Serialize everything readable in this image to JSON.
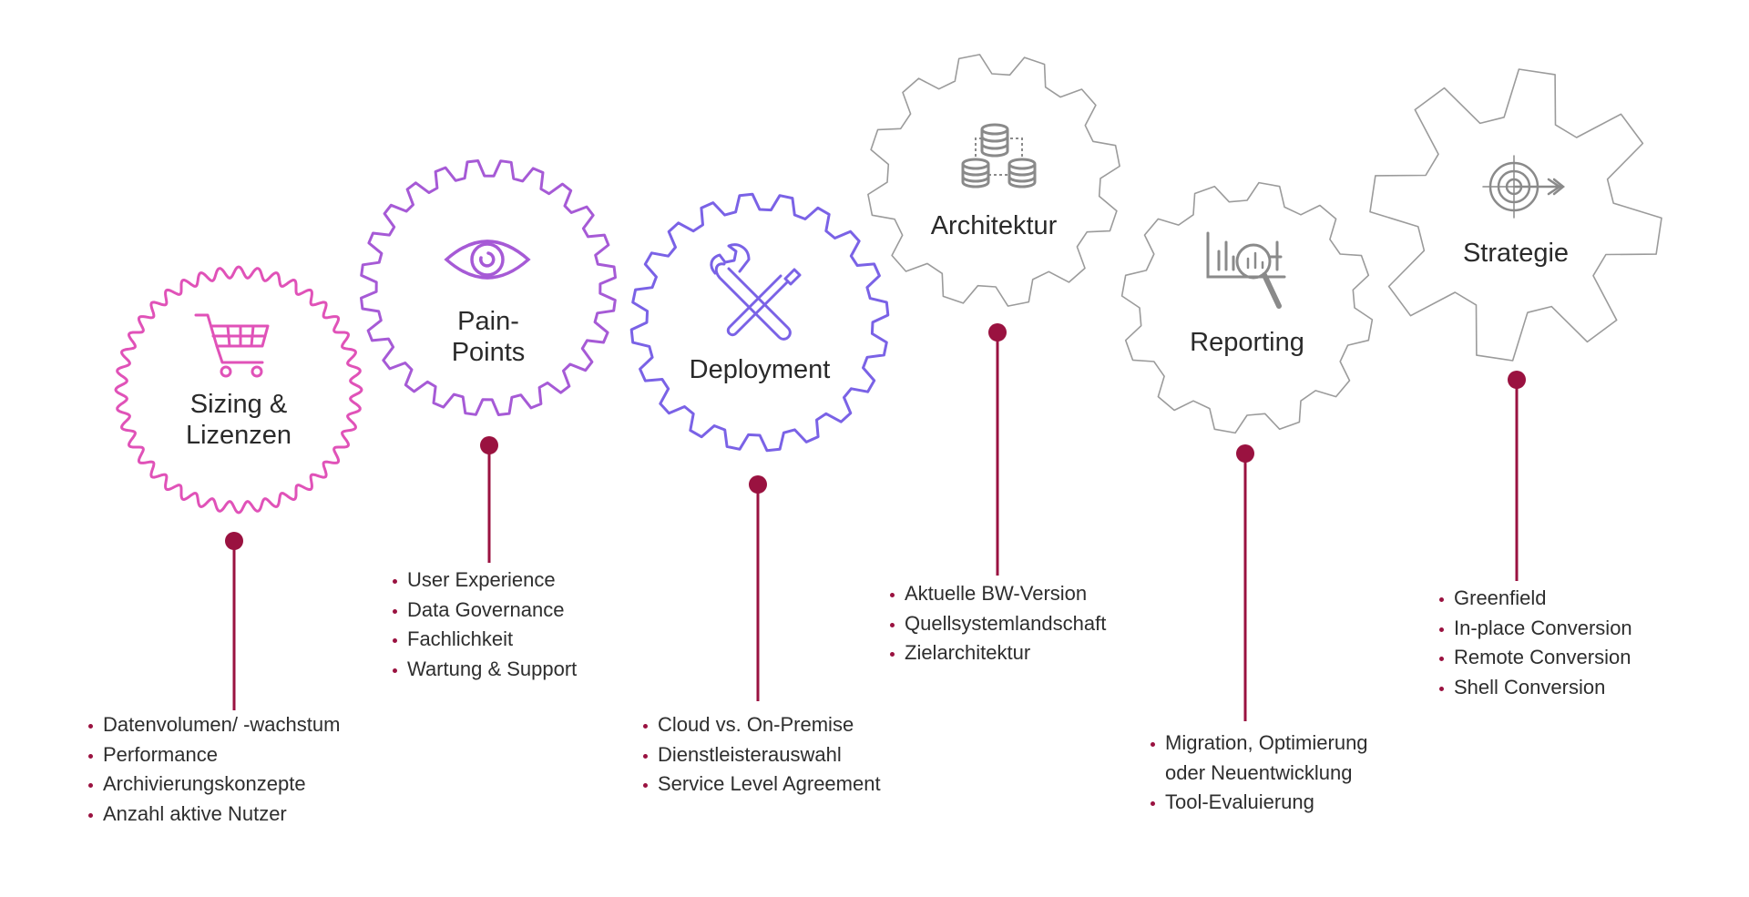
{
  "colors": {
    "connector": "#9a1240",
    "gear_sizing": "#e052b8",
    "gear_pain": "#a65ad6",
    "gear_deploy": "#7a62e6",
    "gear_grey": "#9b9b9b",
    "icon_grey": "#8a8a8a"
  },
  "gears": [
    {
      "id": "sizing",
      "label": "Sizing &\nLizenzen",
      "icon": "shopping-cart-icon",
      "bullets": [
        "Datenvolumen/ -wachstum",
        "Performance",
        "Archivierungskonzepte",
        "Anzahl aktive Nutzer"
      ]
    },
    {
      "id": "painpoints",
      "label": "Pain-\nPoints",
      "icon": "eye-icon",
      "bullets": [
        "User Experience",
        "Data Governance",
        "Fachlichkeit",
        "Wartung & Support"
      ]
    },
    {
      "id": "deployment",
      "label": "Deployment",
      "icon": "tools-icon",
      "bullets": [
        "Cloud vs. On-Premise",
        "Dienstleisterauswahl",
        "Service Level Agreement"
      ]
    },
    {
      "id": "architektur",
      "label": "Architektur",
      "icon": "database-network-icon",
      "bullets": [
        "Aktuelle BW-Version",
        "Quellsystemlandschaft",
        "Zielarchitektur"
      ]
    },
    {
      "id": "reporting",
      "label": "Reporting",
      "icon": "chart-magnifier-icon",
      "bullets": [
        "Migration, Optimierung\n oder Neuentwicklung",
        "Tool-Evaluierung"
      ]
    },
    {
      "id": "strategie",
      "label": "Strategie",
      "icon": "target-icon",
      "bullets": [
        "Greenfield",
        "In-place Conversion",
        "Remote Conversion",
        "Shell Conversion"
      ]
    }
  ]
}
